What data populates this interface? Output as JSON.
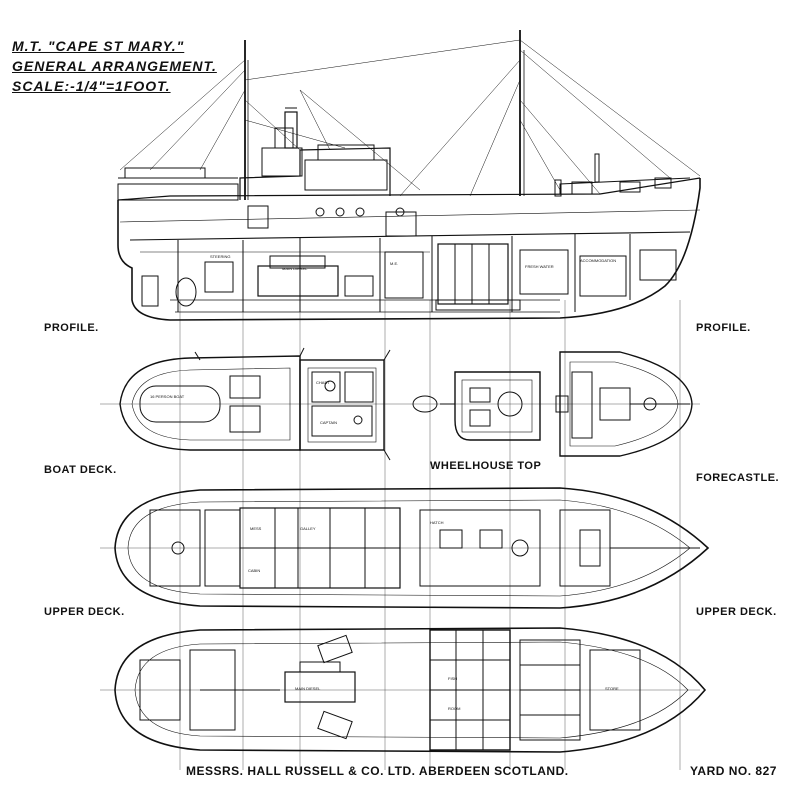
{
  "title_block": {
    "line1": "M.T. \"CAPE ST MARY.\"",
    "line2": "GENERAL ARRANGEMENT.",
    "line3": "SCALE:-1/4\"=1FOOT."
  },
  "views": {
    "profile_left": "PROFILE.",
    "profile_right": "PROFILE.",
    "boat_deck": "BOAT DECK.",
    "wheelhouse_top": "WHEELHOUSE TOP",
    "forecastle": "FORECASTLE.",
    "upper_deck_left": "UPPER DECK.",
    "upper_deck_right": "UPPER DECK."
  },
  "builder": "MESSRS. HALL RUSSELL & CO. LTD. ABERDEEN SCOTLAND.",
  "yard_no": "YARD NO. 827",
  "colors": {
    "ink": "#111111",
    "paper": "#ffffff"
  }
}
